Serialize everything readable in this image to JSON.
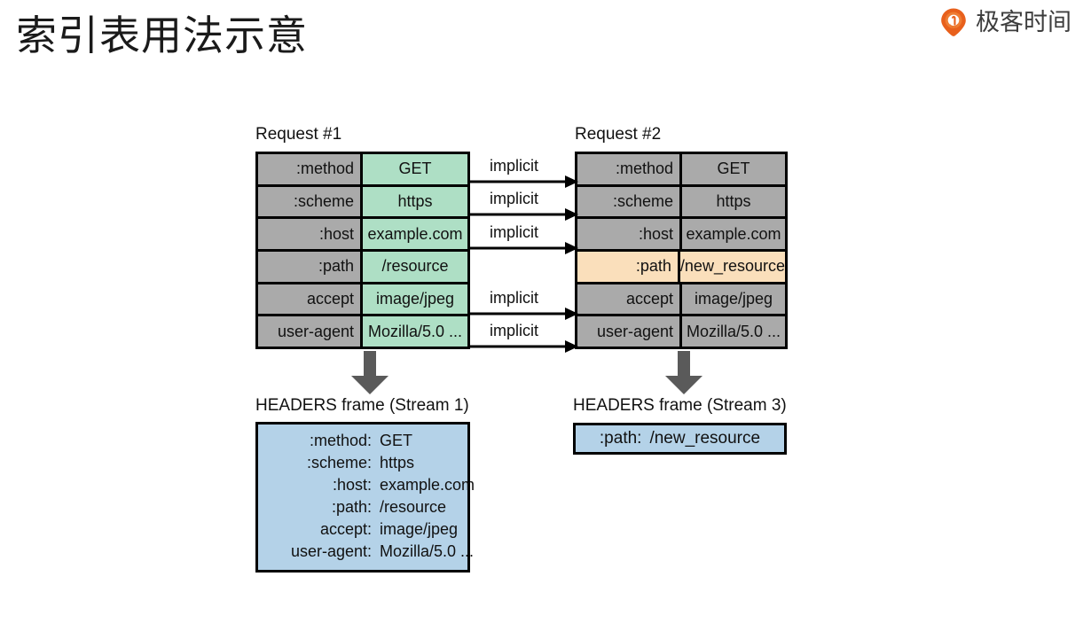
{
  "page": {
    "title": "索引表用法示意",
    "brand_name": "极客时间",
    "brand_icon": "geektime-pin-icon",
    "brand_color": "#e8601c",
    "background": "#ffffff"
  },
  "colors": {
    "gray_cell": "#aaaaaa",
    "green_cell": "#aedfc5",
    "peach_cell": "#fadfbb",
    "blue_box": "#b4d2e8",
    "arrow_gray": "#5a5a5a",
    "border": "#000000"
  },
  "diagram": {
    "request1": {
      "label": "Request #1",
      "rows": [
        {
          "name": ":method",
          "value": "GET",
          "name_color": "gray",
          "value_color": "green"
        },
        {
          "name": ":scheme",
          "value": "https",
          "name_color": "gray",
          "value_color": "green"
        },
        {
          "name": ":host",
          "value": "example.com",
          "name_color": "gray",
          "value_color": "green"
        },
        {
          "name": ":path",
          "value": "/resource",
          "name_color": "gray",
          "value_color": "green"
        },
        {
          "name": "accept",
          "value": "image/jpeg",
          "name_color": "gray",
          "value_color": "green"
        },
        {
          "name": "user-agent",
          "value": "Mozilla/5.0 ...",
          "name_color": "gray",
          "value_color": "green"
        }
      ]
    },
    "request2": {
      "label": "Request #2",
      "rows": [
        {
          "name": ":method",
          "value": "GET",
          "name_color": "gray",
          "value_color": "gray"
        },
        {
          "name": ":scheme",
          "value": "https",
          "name_color": "gray",
          "value_color": "gray"
        },
        {
          "name": ":host",
          "value": "example.com",
          "name_color": "gray",
          "value_color": "gray"
        },
        {
          "name": ":path",
          "value": "/new_resource",
          "name_color": "peach",
          "value_color": "peach"
        },
        {
          "name": "accept",
          "value": "image/jpeg",
          "name_color": "gray",
          "value_color": "gray"
        },
        {
          "name": "user-agent",
          "value": "Mozilla/5.0 ...",
          "name_color": "gray",
          "value_color": "gray"
        }
      ]
    },
    "implicit_arrows": [
      {
        "label": "implicit",
        "row_index": 0
      },
      {
        "label": "implicit",
        "row_index": 1
      },
      {
        "label": "implicit",
        "row_index": 2
      },
      {
        "label": "implicit",
        "row_index": 4
      },
      {
        "label": "implicit",
        "row_index": 5
      }
    ],
    "headers_frame_left": {
      "label": "HEADERS frame (Stream 1)",
      "lines": [
        {
          "key": ":method:",
          "value": "GET"
        },
        {
          "key": ":scheme:",
          "value": "https"
        },
        {
          "key": ":host:",
          "value": "example.com"
        },
        {
          "key": ":path:",
          "value": "/resource"
        },
        {
          "key": "accept:",
          "value": "image/jpeg"
        },
        {
          "key": "user-agent:",
          "value": "Mozilla/5.0 ..."
        }
      ]
    },
    "headers_frame_right": {
      "label": "HEADERS frame (Stream 3)",
      "line": {
        "key": ":path:",
        "value": "/new_resource"
      }
    }
  }
}
